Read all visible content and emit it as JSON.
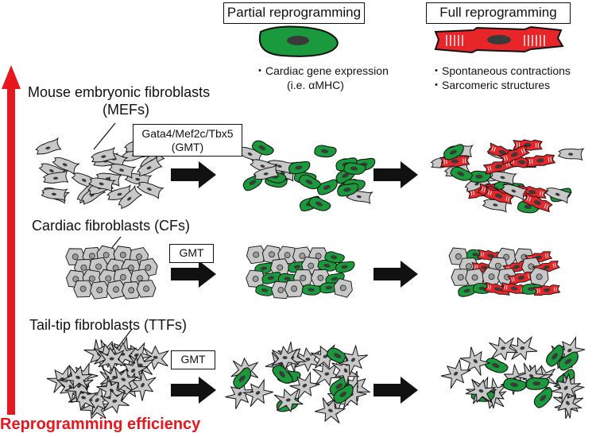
{
  "header": {
    "partial_title": "Partial reprogramming",
    "full_title": "Full reprogramming",
    "partial_notes": [
      "・Cardiac gene expression",
      "(i.e. αMHC)"
    ],
    "full_notes": [
      "・Spontaneous contractions",
      "・Sarcomeric structures"
    ]
  },
  "rows": [
    {
      "label_line1": "Mouse embryonic fibroblasts",
      "label_line2": "(MEFs)",
      "factor_line1": "Gata4/Mef2c/Tbx5",
      "factor_line2": "(GMT)"
    },
    {
      "label": "Cardiac fibroblasts (CFs)",
      "factor": "GMT"
    },
    {
      "label": "Tail-tip fibroblasts (TTFs)",
      "factor": "GMT"
    }
  ],
  "axis": {
    "label": "Reprogramming efficiency",
    "color": "#e8161d"
  },
  "colors": {
    "fibroblast": "#c8c8c8",
    "cardiac_green": "#1a9a3c",
    "cardiomyocyte_red": "#e8262a",
    "nucleus": "#3a3a3a"
  }
}
